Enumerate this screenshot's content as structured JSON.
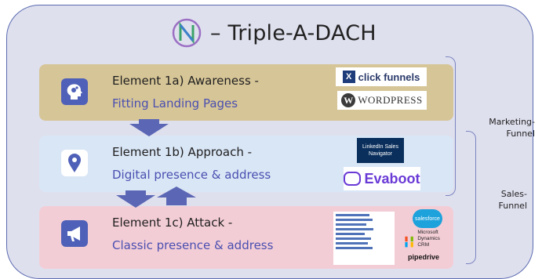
{
  "title": "– Triple-A-DACH",
  "elements": [
    {
      "title": "Element 1a) Awareness -",
      "subtitle": "Fitting Landing Pages",
      "icon": "head-gears-icon",
      "logos": [
        "click funnels",
        "WordPress"
      ]
    },
    {
      "title": "Element 1b) Approach -",
      "subtitle": "Digital presence & address",
      "icon": "location-pin-icon",
      "logos": [
        "LinkedIn Sales Navigator",
        "Evaboot"
      ]
    },
    {
      "title": "Element 1c) Attack -",
      "subtitle": "Classic presence & address",
      "icon": "megaphone-icon",
      "logos": [
        "salesforce",
        "Microsoft Dynamics CRM",
        "pipedrive"
      ]
    }
  ],
  "side_labels": {
    "marketing": "Marketing-\nFunnel",
    "sales": "Sales-\nFunnel"
  },
  "colors": {
    "frame": "#dfe0ee",
    "awareness": "#d6c597",
    "approach": "#d9e6f6",
    "attack": "#f3cdd6",
    "arrow": "#5b67b5"
  }
}
